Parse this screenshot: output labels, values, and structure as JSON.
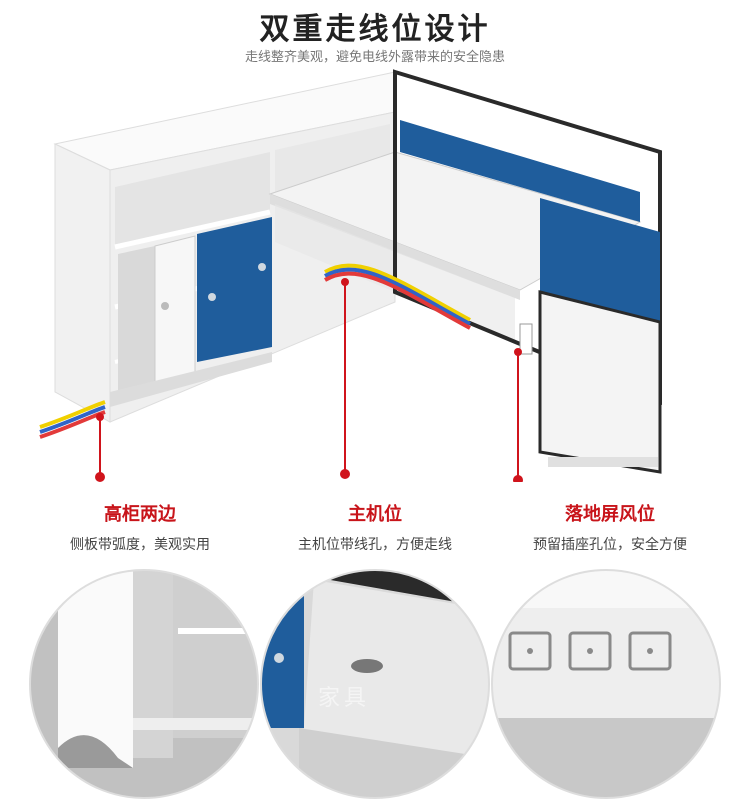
{
  "header": {
    "title": "双重走线位设计",
    "subtitle": "走线整齐美观，避免电线外露带来的安全隐患"
  },
  "features": [
    {
      "title": "高柜两边",
      "desc": "侧板带弧度，美观实用"
    },
    {
      "title": "主机位",
      "desc": "主机位带线孔，方便走线"
    },
    {
      "title": "落地屏风位",
      "desc": "预留插座孔位，安全方便"
    }
  ],
  "colors": {
    "accent_red": "#c8141a",
    "panel_blue": "#1f5d9c",
    "cabinet_white": "#f2f2f2",
    "frame_dark": "#2a2a2a"
  },
  "watermark": "家具"
}
